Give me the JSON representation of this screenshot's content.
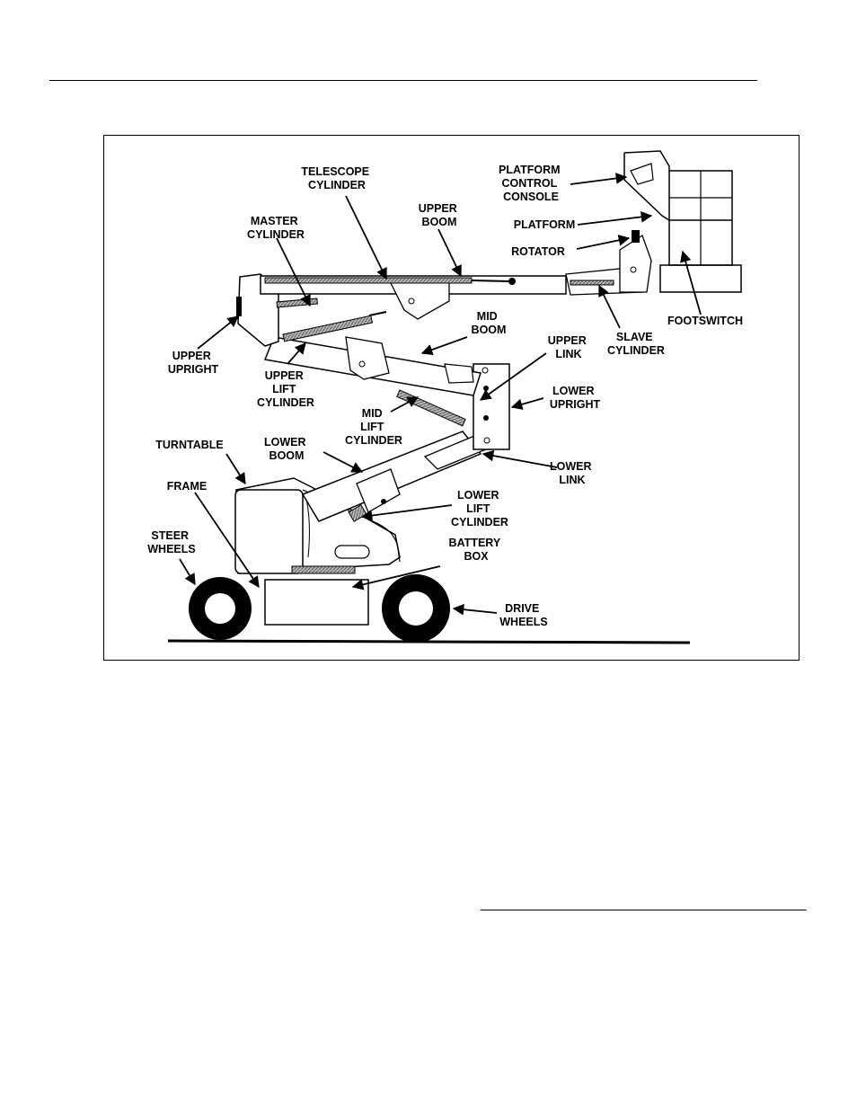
{
  "labels": {
    "telescope_cylinder": [
      "TELESCOPE",
      "CYLINDER"
    ],
    "master_cylinder": [
      "MASTER",
      "CYLINDER"
    ],
    "upper_boom": [
      "UPPER",
      "BOOM"
    ],
    "platform_control_console": [
      "PLATFORM",
      "CONTROL",
      "CONSOLE"
    ],
    "platform": [
      "PLATFORM"
    ],
    "rotator": [
      "ROTATOR"
    ],
    "footswitch": [
      "FOOTSWITCH"
    ],
    "slave_cylinder": [
      "SLAVE",
      "CYLINDER"
    ],
    "upper_upright": [
      "UPPER",
      "UPRIGHT"
    ],
    "upper_lift_cylinder": [
      "UPPER",
      "LIFT",
      "CYLINDER"
    ],
    "mid_boom": [
      "MID",
      "BOOM"
    ],
    "upper_link": [
      "UPPER",
      "LINK"
    ],
    "lower_upright": [
      "LOWER",
      "UPRIGHT"
    ],
    "mid_lift_cylinder": [
      "MID",
      "LIFT",
      "CYLINDER"
    ],
    "turntable": [
      "TURNTABLE"
    ],
    "lower_boom": [
      "LOWER",
      "BOOM"
    ],
    "lower_link": [
      "LOWER",
      "LINK"
    ],
    "frame": [
      "FRAME"
    ],
    "lower_lift_cylinder": [
      "LOWER",
      "LIFT",
      "CYLINDER"
    ],
    "steer_wheels": [
      "STEER",
      "WHEELS"
    ],
    "battery_box": [
      "BATTERY",
      "BOX"
    ],
    "drive_wheels": [
      "DRIVE",
      "WHEELS"
    ]
  }
}
